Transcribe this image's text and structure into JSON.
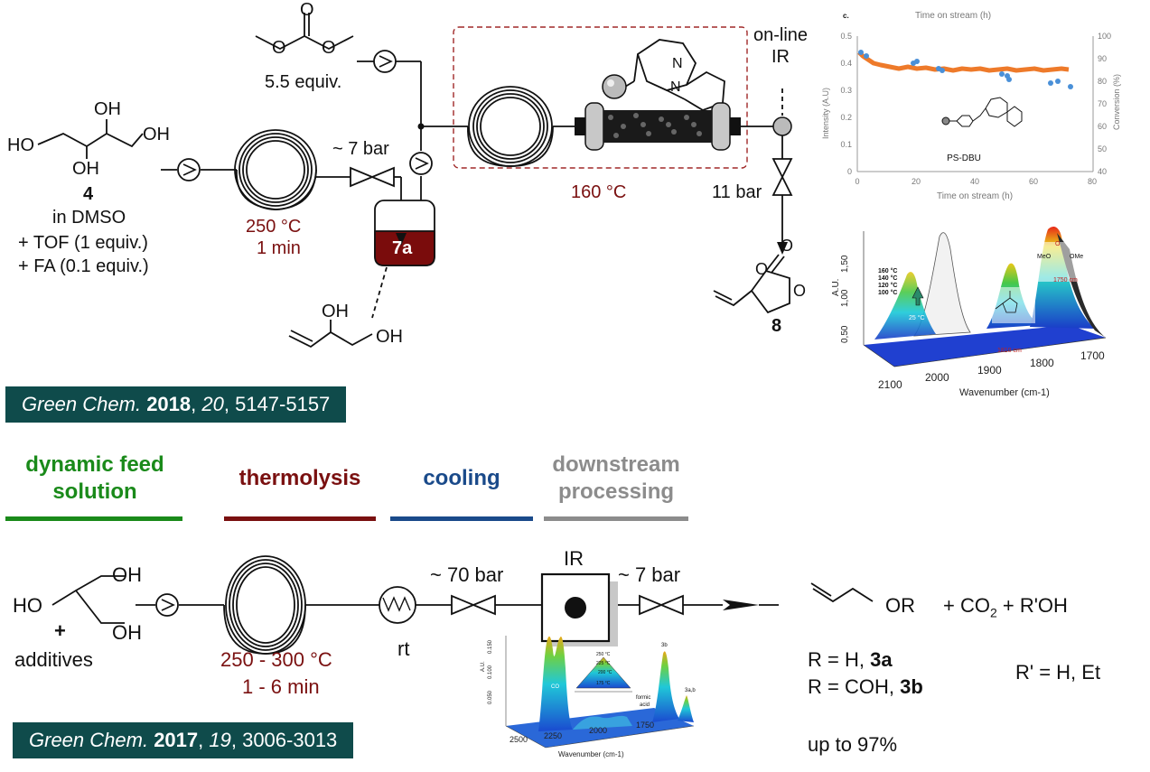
{
  "top": {
    "dmc_equiv": "5.5 equiv.",
    "compound4_label": "4",
    "solvent": "in DMSO",
    "additive1": "+ TOF (1 equiv.)",
    "additive2": "+ FA (0.1 equiv.)",
    "pressure1": "~ 7 bar",
    "temp1": "250 °C",
    "time1": "1 min",
    "intermediate": "7a",
    "temp2": "160 °C",
    "online": "on-line",
    "ir": "IR",
    "pressure2": "11 bar",
    "product8": "8",
    "reference": {
      "journal": "Green Chem.",
      "year": "2018",
      "volume": "20",
      "pages": ", 5147-5157"
    }
  },
  "inset_chart": {
    "panel_label": "c.",
    "title": "Time on stream (h)",
    "catalyst_label": "PS-DBU"
  },
  "ir3d": {
    "temps": [
      "160 °C",
      "140 °C",
      "120 °C",
      "100 °C"
    ],
    "rt_label": "25 °C",
    "band1": "1750 cm",
    "band2": "1810 cm",
    "x_label": "Wavenumber (cm-1)",
    "y_label": "A.U.",
    "meo": "MeO",
    "ome": "OMe"
  },
  "bottom": {
    "stages": [
      {
        "label1": "dynamic feed",
        "label2": "solution",
        "color": "#1a8a1a"
      },
      {
        "label1": "thermolysis",
        "label2": "",
        "color": "#7a1010"
      },
      {
        "label1": "cooling",
        "label2": "",
        "color": "#1a4a8a"
      },
      {
        "label1": "downstream",
        "label2": "processing",
        "color": "#8c8c8c"
      }
    ],
    "additives": "additives",
    "temp": "250 - 300 °C",
    "time": "1 - 6 min",
    "rt": "rt",
    "pressure1": "~ 70 bar",
    "ir": "IR",
    "pressure2": "~ 7 bar",
    "coproducts": "+ CO",
    "co2_sub": "2",
    "coproducts2": " + R'OH",
    "r1_text": "R = H, ",
    "r1_label": "3a",
    "r2_text": "R = COH, ",
    "r2_label": "3b",
    "rprime": "R' = H, Et",
    "yield": "up to 97%",
    "reference": {
      "journal": "Green Chem.",
      "year": "2017",
      "volume": "19",
      "pages": ", 3006-3013"
    }
  },
  "ir_small": {
    "x_label": "Wavenumber (cm-1)",
    "temps": [
      "250 °C",
      "225 °C",
      "200 °C",
      "175 °C"
    ],
    "co2": "CO",
    "formic": "formic",
    "acid": "acid",
    "peak3b": "3b",
    "peak3ab": "3a,b"
  }
}
